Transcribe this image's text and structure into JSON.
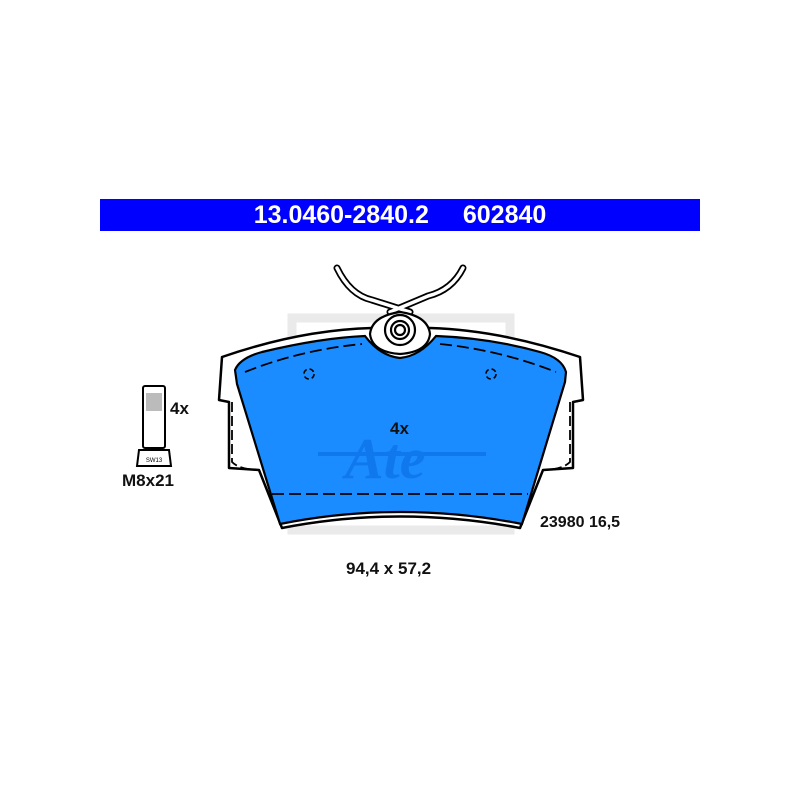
{
  "header": {
    "part_number": "13.0460-2840.2",
    "ref_number": "602840",
    "background_color": "#0000ff",
    "text_color": "#ffffff"
  },
  "bolt": {
    "quantity_label": "4x",
    "size_label": "M8x21",
    "wrench_size_label": "SW13"
  },
  "pad": {
    "quantity_label": "4x",
    "fill_color": "#1a8cff",
    "watermark_brand": "Ate",
    "wear_indicator_note": "23980 16,5",
    "dimensions_label": "94,4 x 57,2"
  }
}
